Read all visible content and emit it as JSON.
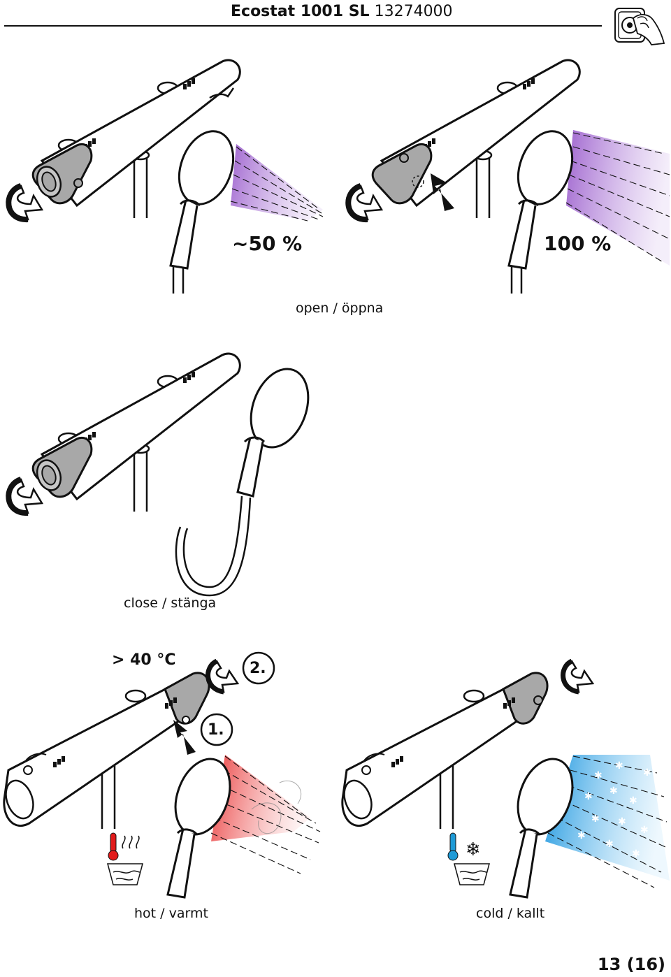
{
  "header": {
    "title_bold": "Ecostat 1001 SL",
    "title_code": "13274000",
    "icon": "hand-turning-knob-icon"
  },
  "section_open": {
    "flow_left": "~50 %",
    "flow_right": "100 %",
    "caption": "open / öppna"
  },
  "section_close": {
    "caption": "close / stänga"
  },
  "section_temperature": {
    "threshold": "> 40 °C",
    "step1": "1.",
    "step2": "2.",
    "caption_hot": "hot / varmt",
    "caption_cold": "cold / kallt"
  },
  "footer": {
    "page": "13 (16)"
  },
  "colors": {
    "spray_purple": "#a678d2",
    "spray_red": "#ee4444",
    "spray_blue": "#1ea0e6",
    "knob_grey": "#a8a8a8",
    "thermo_hot": "#e21b1b",
    "thermo_cold": "#1e9ad6"
  }
}
